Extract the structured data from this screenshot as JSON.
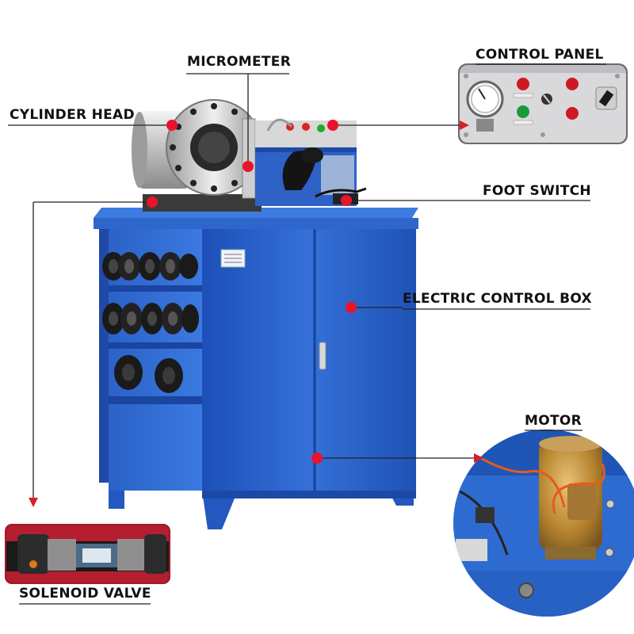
{
  "labels": {
    "micrometer": "MICROMETER",
    "control_panel": "CONTROL PANEL",
    "cylinder_head": "CYLINDER HEAD",
    "foot_switch": "FOOT SWITCH",
    "electric_control_box": "ELECTRIC CONTROL BOX",
    "motor": "MOTOR",
    "solenoid_valve": "SOLENOID VALVE"
  },
  "colors": {
    "machine_blue": "#2b5fc9",
    "marker_red": "#e8142b",
    "arrow_red": "#d4202a",
    "label_text": "#111111"
  }
}
